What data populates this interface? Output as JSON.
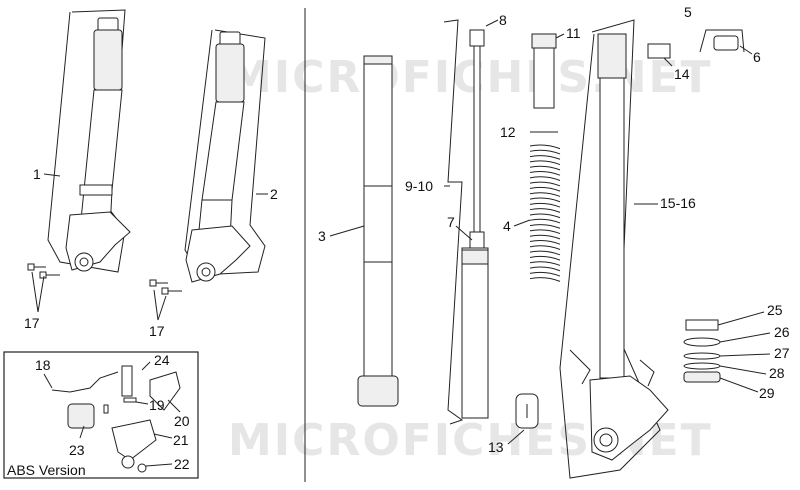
{
  "watermark": "MICROFICHES.NET",
  "abs_caption": "ABS Version",
  "callouts": [
    "1",
    "2",
    "3",
    "4",
    "5",
    "6",
    "7",
    "8",
    "9-10",
    "11",
    "12",
    "13",
    "14",
    "15-16",
    "17",
    "17",
    "18",
    "19",
    "20",
    "21",
    "22",
    "23",
    "24",
    "25",
    "26",
    "27",
    "28",
    "29"
  ]
}
